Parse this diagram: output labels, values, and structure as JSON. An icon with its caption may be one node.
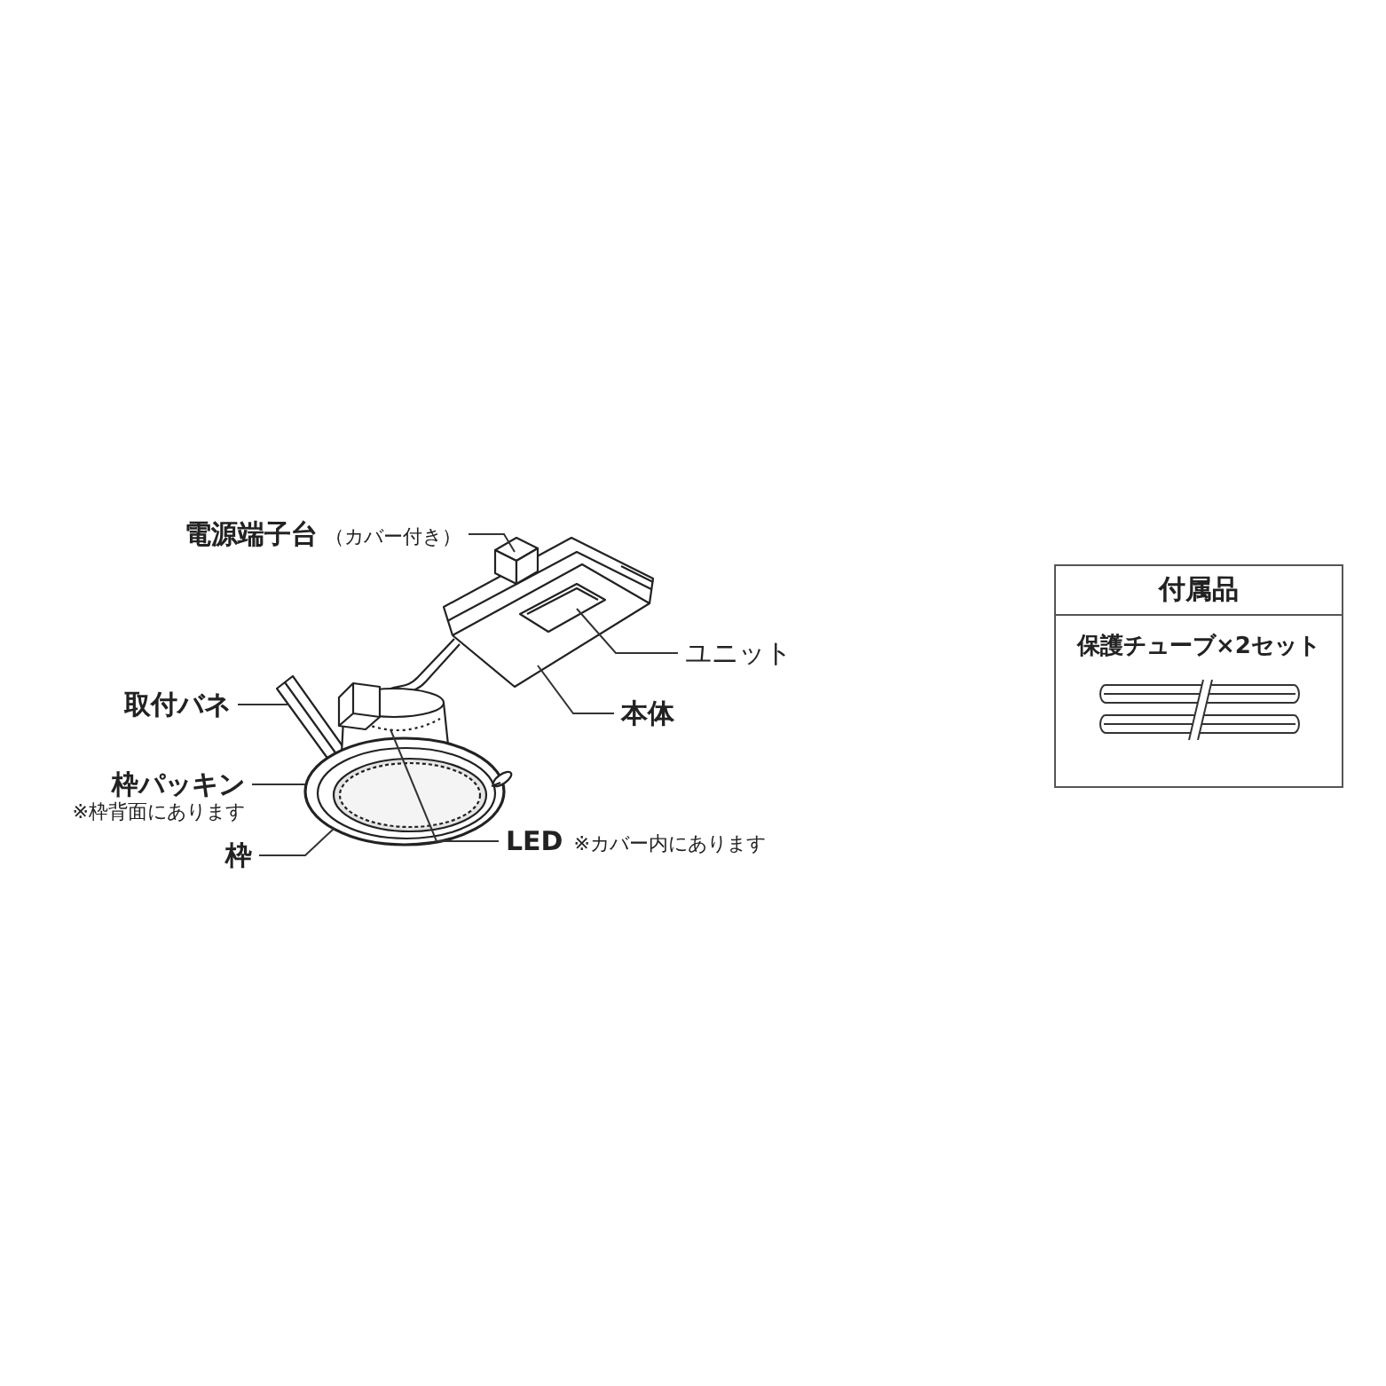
{
  "diagram": {
    "nodes": [
      {
        "text": [
          "電源端子台",
          "（カバー付き）"
        ]
      },
      {
        "text": [
          "ユニット"
        ]
      },
      {
        "text": [
          "本体"
        ]
      },
      {
        "text": [
          "取付バネ"
        ]
      },
      {
        "text": [
          "枠パッキン",
          "※枠背面にあります"
        ]
      },
      {
        "text": [
          "LED",
          "※カバー内にあります"
        ]
      },
      {
        "text": [
          "枠"
        ]
      },
      {
        "text": [
          "付属品",
          "保護チューブ×2セット"
        ]
      }
    ],
    "edges": [
      {
        "from": 0,
        "to": null,
        "arrow": "none"
      },
      {
        "from": 1,
        "to": null,
        "arrow": "none"
      },
      {
        "from": 2,
        "to": null,
        "arrow": "none"
      },
      {
        "from": 3,
        "to": null,
        "arrow": "none"
      },
      {
        "from": 4,
        "to": null,
        "arrow": "none"
      },
      {
        "from": 5,
        "to": null,
        "arrow": "none"
      },
      {
        "from": 6,
        "to": null,
        "arrow": "none"
      }
    ]
  }
}
